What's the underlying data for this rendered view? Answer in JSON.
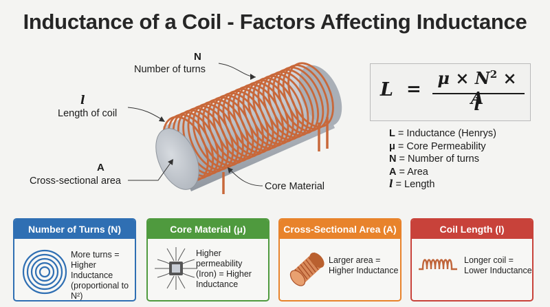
{
  "title": "Inductance of a Coil - Factors Affecting Inductance",
  "diagram": {
    "label_N_symbol": "N",
    "label_N_text": "Number of turns",
    "label_l_symbol": "l",
    "label_l_text": "Length of coil",
    "label_A_symbol": "A",
    "label_A_text": "Cross-sectional area",
    "label_core": "Core Material",
    "colors": {
      "copper": "#c8683a",
      "core": "#c9ced6"
    }
  },
  "formula": {
    "lhs": "L",
    "equals": "=",
    "mu": "μ",
    "times1": "×",
    "N": "N",
    "N_exp": "2",
    "times2": "×",
    "A": "A",
    "denominator": "l"
  },
  "legend": [
    {
      "sym": "L",
      "text": " = Inductance (Henrys)"
    },
    {
      "sym": "μ",
      "text": " = Core Permeability"
    },
    {
      "sym": "N",
      "text": " = Number of turns"
    },
    {
      "sym": "A",
      "text": " = Area"
    },
    {
      "sym": "l",
      "text": " = Length"
    }
  ],
  "cards": [
    {
      "title": "Number of Turns (N)",
      "text": [
        "More turns =",
        "Higher Inductance",
        "(proportional to N²)"
      ],
      "color": "#2f6fb3",
      "icon": "concentric-turns-icon"
    },
    {
      "title": "Core Material (μ)",
      "text": [
        "Higher permeability",
        "(Iron) = Higher",
        "Inductance"
      ],
      "color": "#4f9a3e",
      "icon": "iron-core-field-icon"
    },
    {
      "title": "Cross-Sectional Area (A)",
      "text": [
        "Larger area =",
        "Higher Inductance"
      ],
      "color": "#e8832b",
      "icon": "wide-coil-icon"
    },
    {
      "title": "Coil Length (l)",
      "text": [
        "Longer coil =",
        "Lower Inductance"
      ],
      "color": "#c8423a",
      "icon": "long-coil-icon"
    }
  ]
}
